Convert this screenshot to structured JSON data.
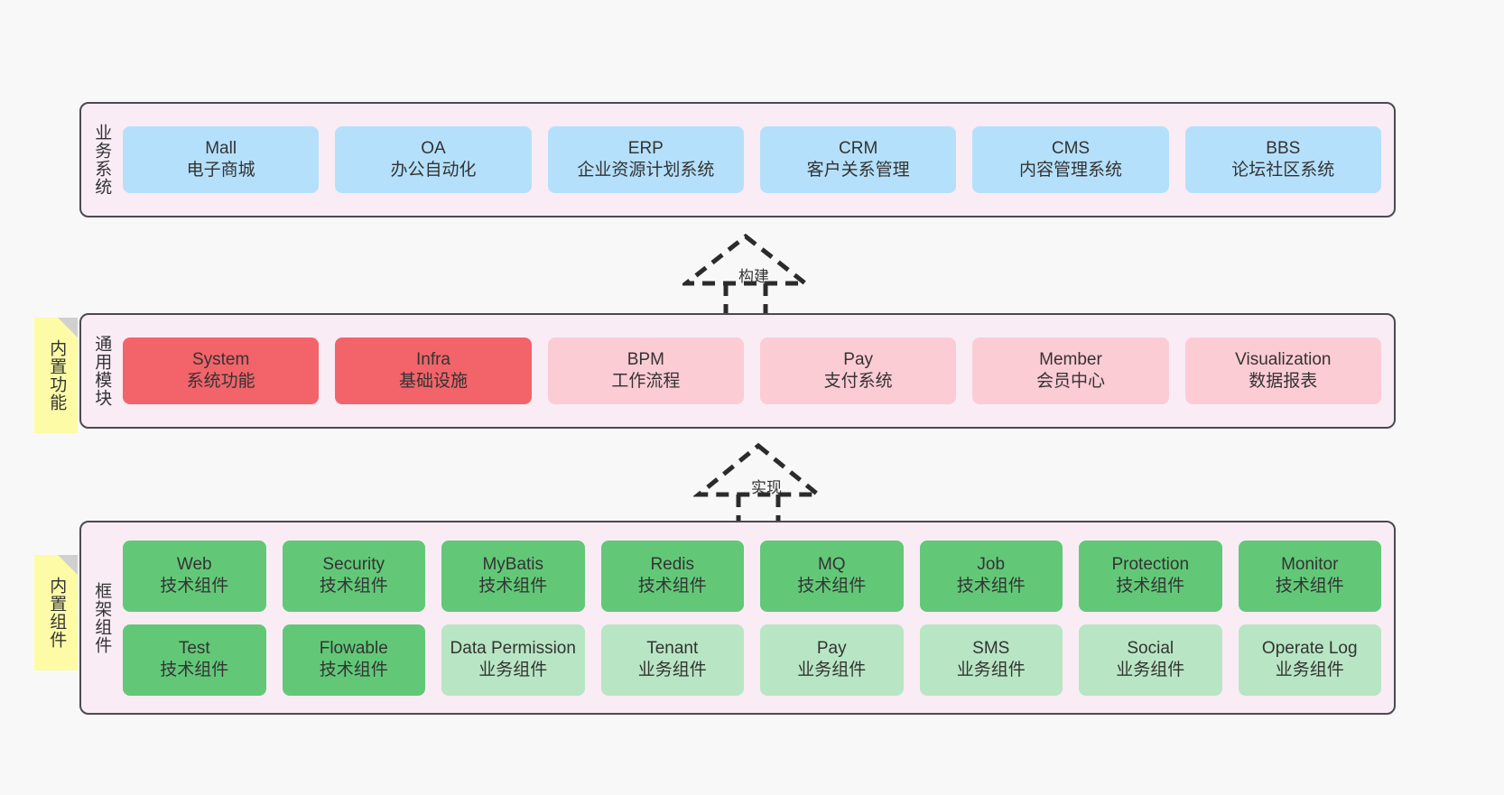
{
  "canvas": {
    "background": "#f8f8f8",
    "layer_fill": "#f9ecf5",
    "layer_border": "#4a4a52",
    "sticky_fill": "#fdfba6",
    "sticky_fold": "#d0d0d0",
    "colors": {
      "blue": "#b5e0fb",
      "red": "#f2646a",
      "pink": "#fcccd4",
      "green": "#62c878",
      "light_green": "#b8e6c4"
    }
  },
  "layers": [
    {
      "id": "business-systems",
      "title": "业务系统",
      "rows": [
        [
          {
            "name": "Mall",
            "desc": "电子商城",
            "color": "blue"
          },
          {
            "name": "OA",
            "desc": "办公自动化",
            "color": "blue"
          },
          {
            "name": "ERP",
            "desc": "企业资源计划系统",
            "color": "blue"
          },
          {
            "name": "CRM",
            "desc": "客户关系管理",
            "color": "blue"
          },
          {
            "name": "CMS",
            "desc": "内容管理系统",
            "color": "blue"
          },
          {
            "name": "BBS",
            "desc": "论坛社区系统",
            "color": "blue"
          }
        ]
      ]
    },
    {
      "id": "common-modules",
      "title": "通用模块",
      "sticky": "内置功能",
      "rows": [
        [
          {
            "name": "System",
            "desc": "系统功能",
            "color": "red"
          },
          {
            "name": "Infra",
            "desc": "基础设施",
            "color": "red"
          },
          {
            "name": "BPM",
            "desc": "工作流程",
            "color": "pink"
          },
          {
            "name": "Pay",
            "desc": "支付系统",
            "color": "pink"
          },
          {
            "name": "Member",
            "desc": "会员中心",
            "color": "pink"
          },
          {
            "name": "Visualization",
            "desc": "数据报表",
            "color": "pink"
          }
        ]
      ]
    },
    {
      "id": "framework-components",
      "title": "框架组件",
      "sticky": "内置组件",
      "rows": [
        [
          {
            "name": "Web",
            "desc": "技术组件",
            "color": "green"
          },
          {
            "name": "Security",
            "desc": "技术组件",
            "color": "green"
          },
          {
            "name": "MyBatis",
            "desc": "技术组件",
            "color": "green"
          },
          {
            "name": "Redis",
            "desc": "技术组件",
            "color": "green"
          },
          {
            "name": "MQ",
            "desc": "技术组件",
            "color": "green"
          },
          {
            "name": "Job",
            "desc": "技术组件",
            "color": "green"
          },
          {
            "name": "Protection",
            "desc": "技术组件",
            "color": "green"
          },
          {
            "name": "Monitor",
            "desc": "技术组件",
            "color": "green"
          }
        ],
        [
          {
            "name": "Test",
            "desc": "技术组件",
            "color": "green"
          },
          {
            "name": "Flowable",
            "desc": "技术组件",
            "color": "green"
          },
          {
            "name": "Data Permission",
            "desc": "业务组件",
            "color": "light_green"
          },
          {
            "name": "Tenant",
            "desc": "业务组件",
            "color": "light_green"
          },
          {
            "name": "Pay",
            "desc": "业务组件",
            "color": "light_green"
          },
          {
            "name": "SMS",
            "desc": "业务组件",
            "color": "light_green"
          },
          {
            "name": "Social",
            "desc": "业务组件",
            "color": "light_green"
          },
          {
            "name": "Operate Log",
            "desc": "业务组件",
            "color": "light_green"
          }
        ]
      ]
    }
  ],
  "connectors": [
    {
      "id": "build",
      "label": "构建"
    },
    {
      "id": "implement",
      "label": "实现"
    }
  ]
}
